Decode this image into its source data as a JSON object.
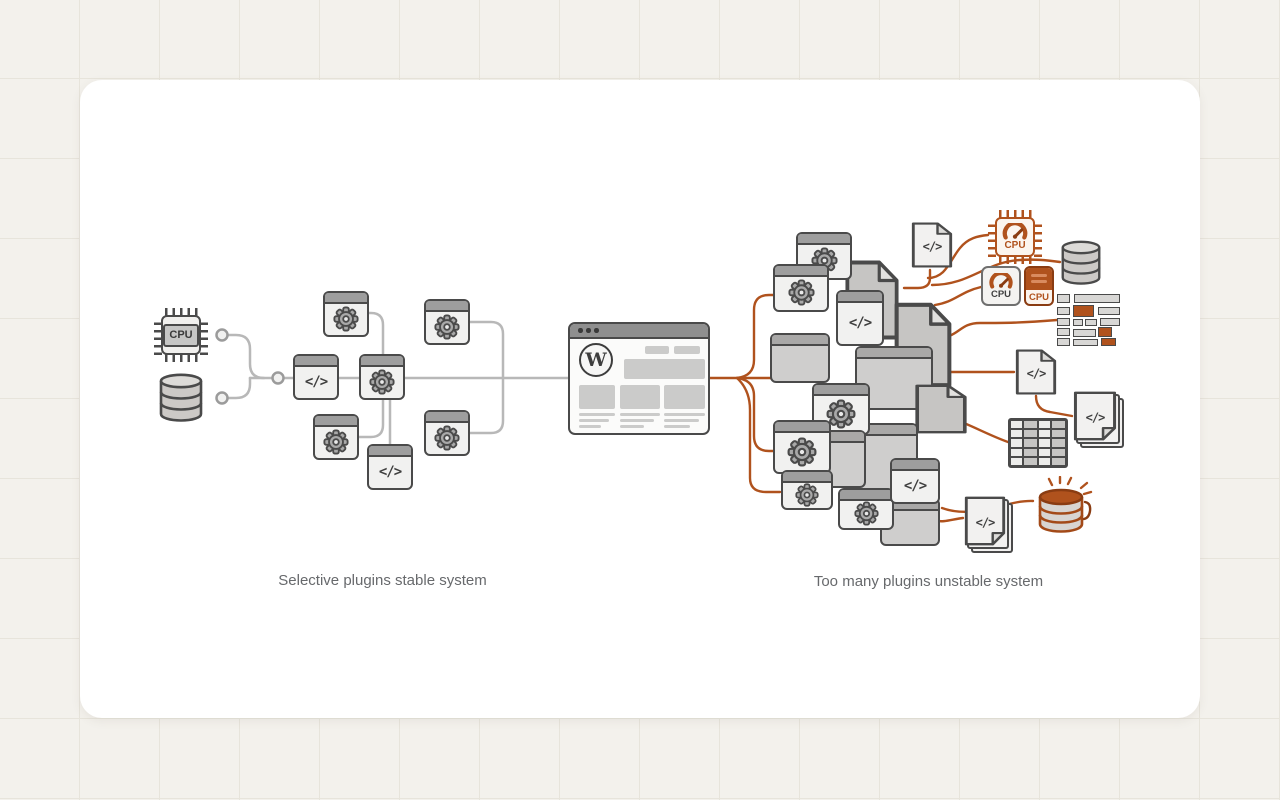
{
  "page": {
    "background": "#f3f1ec",
    "grid_line": "#e7e4db",
    "card_background": "#ffffff"
  },
  "palette": {
    "outline": "#4a4a4a",
    "window_titlebar": "#9e9e9e",
    "panel_fill": "#f1f1f0",
    "muted_fill": "#cfcecd",
    "wire_gray": "#b8b8b8",
    "wire_orange": "#b0521d",
    "accent_orange": "#b0521d",
    "accent_orange_dark": "#8a3c12",
    "caption_text": "#67696c"
  },
  "labels": {
    "cpu": "CPU",
    "code_glyph": "</>",
    "wordpress_initial": "W"
  },
  "captions": {
    "left": "Selective plugins stable system",
    "right": "Too many plugins unstable system"
  },
  "diagram": {
    "left_system": {
      "caption": "Selective plugins stable system",
      "nodes": [
        "cpu-chip",
        "database",
        "code-plugin",
        "gear-plugin-x5",
        "code-plugin-2",
        "wordpress-browser"
      ],
      "wire_color": "#b8b8b8"
    },
    "right_system": {
      "caption": "Too many plugins unstable system",
      "nodes": [
        "plugin-pile-of-gears-and-code",
        "code-files",
        "overloaded-cpu-chip",
        "cpu-gauge",
        "cpu-server",
        "database",
        "content-board",
        "code-file",
        "stacked-code-files",
        "spreadsheet-table",
        "stressed-database"
      ],
      "wire_color": "#b0521d"
    }
  }
}
